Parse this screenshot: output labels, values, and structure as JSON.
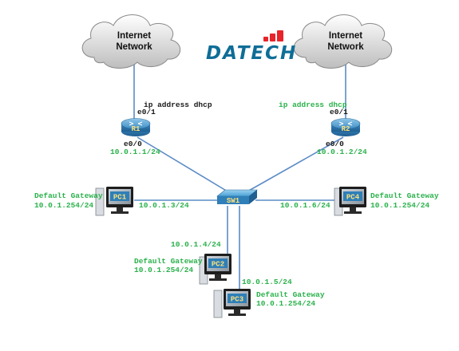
{
  "logo": {
    "text": "DATECH",
    "accent": "#e8232a",
    "color": "#0f6d97"
  },
  "clouds": [
    {
      "id": "cloud-left",
      "line1": "Internet",
      "line2": "Network"
    },
    {
      "id": "cloud-right",
      "line1": "Internet",
      "line2": "Network"
    }
  ],
  "routers": {
    "r1": {
      "name": "R1",
      "wan_iface": "e0/1",
      "wan_cfg": "ip address dhcp",
      "lan_iface": "e0/0",
      "lan_ip": "10.0.1.1/24"
    },
    "r2": {
      "name": "R2",
      "wan_iface": "e0/1",
      "wan_cfg": "ip address dhcp",
      "lan_iface": "e0/0",
      "lan_ip": "10.0.1.2/24"
    }
  },
  "switch": {
    "name": "SW1"
  },
  "pcs": {
    "pc1": {
      "name": "PC1",
      "ip": "10.0.1.3/24",
      "gw_label": "Default Gateway",
      "gw": "10.0.1.254/24"
    },
    "pc2": {
      "name": "PC2",
      "ip": "10.0.1.4/24",
      "gw_label": "Default Gateway",
      "gw": "10.0.1.254/24"
    },
    "pc3": {
      "name": "PC3",
      "ip": "10.0.1.5/24",
      "gw_label": "Default Gateway",
      "gw": "10.0.1.254/24"
    },
    "pc4": {
      "name": "PC4",
      "ip": "10.0.1.6/24",
      "gw_label": "Default Gateway",
      "gw": "10.0.1.254/24"
    }
  },
  "colors": {
    "link": "#5b8bc6",
    "label_green": "#2bb24c",
    "device_blue": "#2f7fb8"
  }
}
